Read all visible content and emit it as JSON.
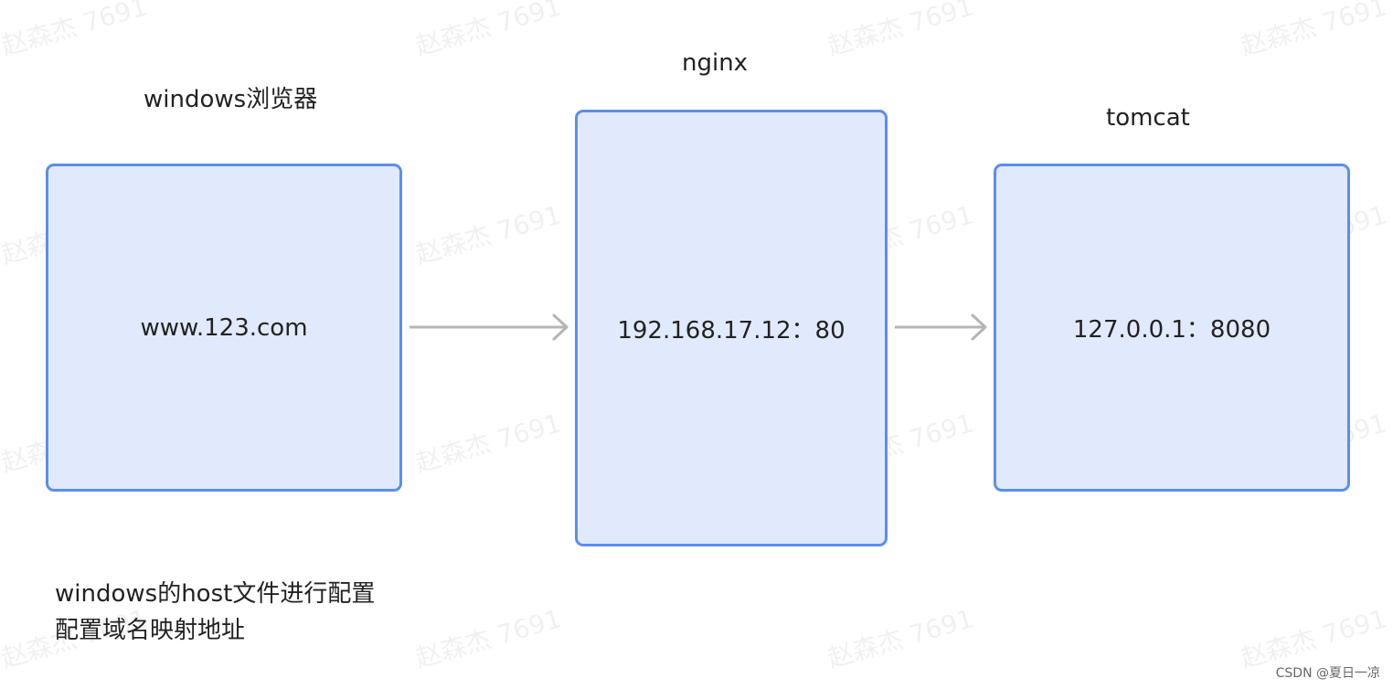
{
  "watermark": "赵森杰 7691",
  "nodes": {
    "browser": {
      "title": "windows浏览器",
      "label": "www.123.com"
    },
    "nginx": {
      "title": "nginx",
      "label": "192.168.17.12：80"
    },
    "tomcat": {
      "title": "tomcat",
      "label": "127.0.0.1：8080"
    }
  },
  "note": {
    "line1": "windows的host文件进行配置",
    "line2": "配置域名映射地址"
  },
  "credit": "CSDN @夏日一凉",
  "colors": {
    "box_fill": "#e1eafc",
    "box_border": "#5b8def",
    "arrow": "#b5b5b5"
  }
}
